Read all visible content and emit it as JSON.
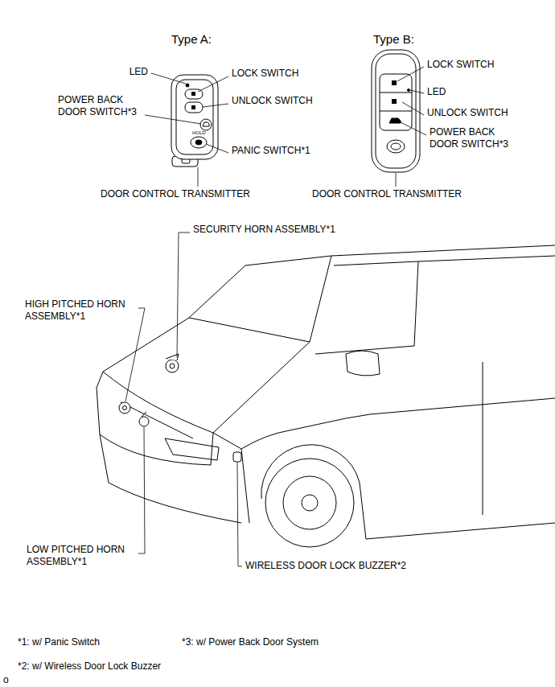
{
  "diagram": {
    "labels": [
      "Type A:",
      "Type B:",
      "LED",
      "LOCK SWITCH",
      "POWER BACK DOOR SWITCH*3",
      "UNLOCK SWITCH",
      "HOLD",
      "PANIC SWITCH*1",
      "DOOR CONTROL TRANSMITTER",
      "LOCK SWITCH",
      "LED",
      "UNLOCK SWITCH",
      "POWER BACK DOOR SWITCH*3",
      "DOOR CONTROL TRANSMITTER",
      "SECURITY HORN ASSEMBLY*1",
      "HIGH PITCHED HORN ASSEMBLY*1",
      "LOW PITCHED HORN ASSEMBLY*1",
      "WIRELESS DOOR LOCK BUZZER*2",
      "*1: w/ Panic Switch",
      "*3: w/ Power Back Door System",
      "*2: w/ Wireless Door Lock Buzzer",
      "o"
    ]
  }
}
